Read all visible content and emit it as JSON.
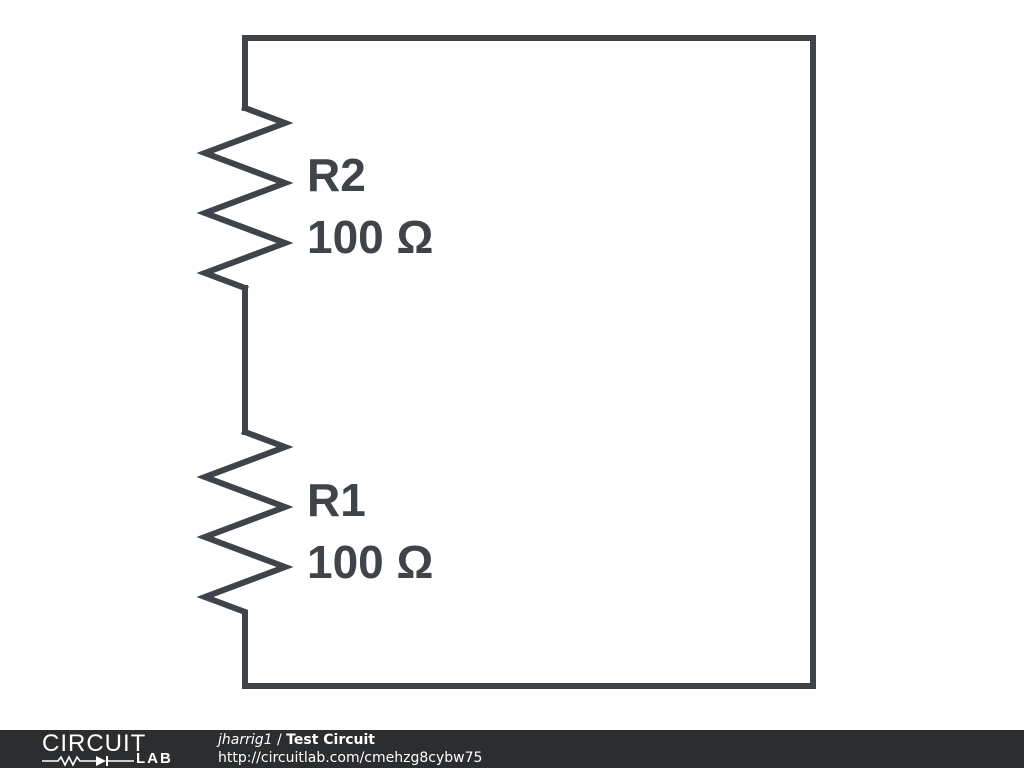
{
  "schematic": {
    "components": [
      {
        "ref": "R2",
        "value": "100 Ω"
      },
      {
        "ref": "R1",
        "value": "100 Ω"
      }
    ],
    "wire_color": "#3e4449"
  },
  "footer": {
    "logo_word": "CIRCUIT",
    "logo_sub": "LAB",
    "author": "jharrig1",
    "separator": " / ",
    "title": "Test Circuit",
    "url": "http://circuitlab.com/cmehzg8cybw75",
    "background": "#2b2d2f"
  }
}
